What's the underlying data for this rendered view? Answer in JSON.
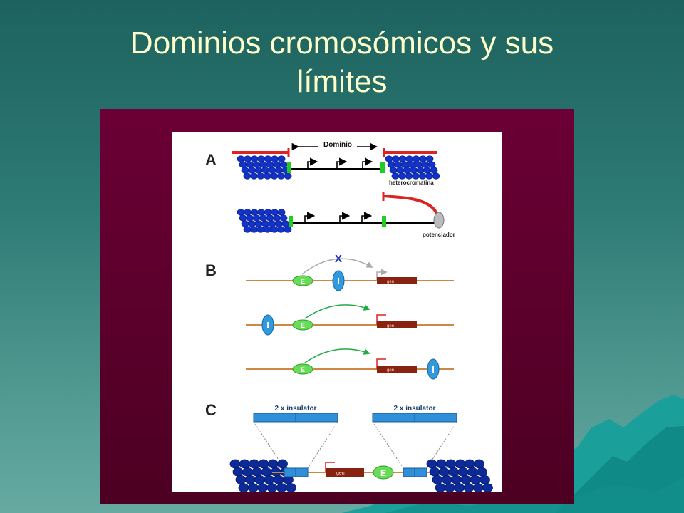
{
  "slide": {
    "title_line1": "Dominios cromosómicos y sus",
    "title_line2": "límites"
  },
  "diagram": {
    "panel_a": {
      "letter": "A",
      "domain_label": "Dominio",
      "heterochromatin_label": "heterocromatina",
      "enhancer_label": "potenciador"
    },
    "panel_b": {
      "letter": "B",
      "blocked_mark": "X",
      "enhancer_letter": "E",
      "insulator_letter": "I",
      "gene_label": "gen"
    },
    "panel_c": {
      "letter": "C",
      "insulator_box_label": "2 x insulator",
      "gene_label": "gen",
      "enhancer_letter": "E"
    }
  },
  "colors": {
    "heterochromatin": "#1133cc",
    "barrier": "#dd2222",
    "boundary": "#22cc22",
    "enhancer": "#66dd55",
    "insulator": "#3399dd",
    "gene": "#882211",
    "dna_line": "#cc8844",
    "arrow_green": "#22aa44",
    "panel_bg": "#ffffff"
  }
}
